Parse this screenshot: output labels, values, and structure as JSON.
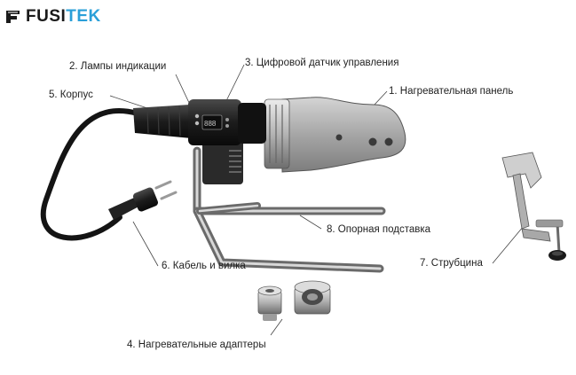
{
  "brand": {
    "name_part1": "FUSI",
    "name_part2": "TEK",
    "accent_color": "#2a9fd8",
    "mark_icon": "brand-mark-icon"
  },
  "labels": {
    "heating_panel": "1. Нагревательная панель",
    "indicator_lamps": "2. Лампы индикации",
    "digital_sensor": "3. Цифровой датчик управления",
    "heating_adapters": "4.  Нагревательные адаптеры",
    "housing": "5. Корпус",
    "cable_plug": "6. Кабель и вилка",
    "clamp": "7. Струбцина",
    "support_stand": "8. Опорная подставка"
  }
}
